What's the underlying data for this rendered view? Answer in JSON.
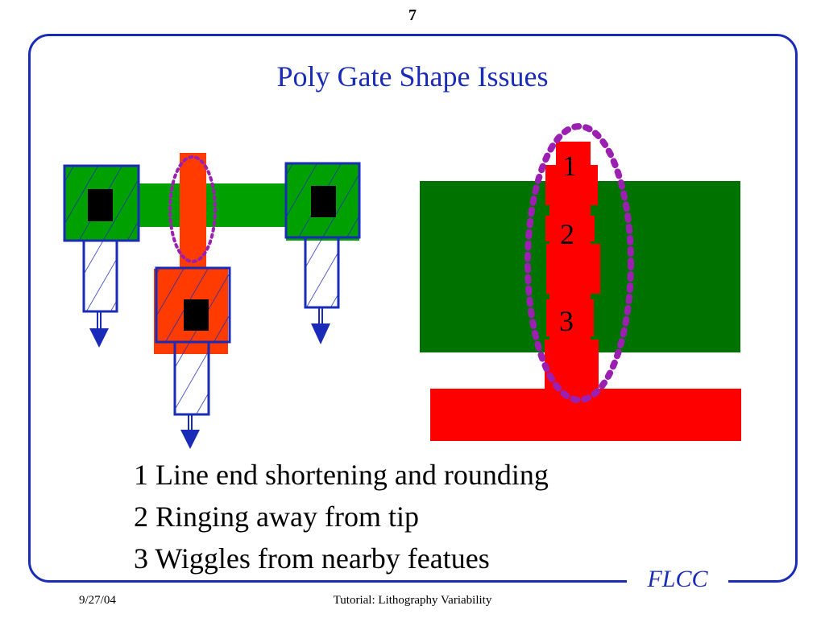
{
  "slide": {
    "page_number": "7",
    "title": "Poly Gate Shape Issues",
    "logo": "FLCC"
  },
  "diagram": {
    "labels": [
      "1",
      "2",
      "3"
    ],
    "colors": {
      "poly": "#ff3b00",
      "poly_right": "#ff0000",
      "active": "#00a000",
      "active_right": "#007200",
      "metal": "#1a2bb8",
      "contact": "#000000",
      "highlight": "#9b1fb0"
    }
  },
  "bullets": [
    "1 Line end shortening and rounding",
    "2 Ringing away from tip",
    "3 Wiggles from nearby featues"
  ],
  "footer": {
    "date": "9/27/04",
    "title": "Tutorial: Lithography Variability"
  }
}
